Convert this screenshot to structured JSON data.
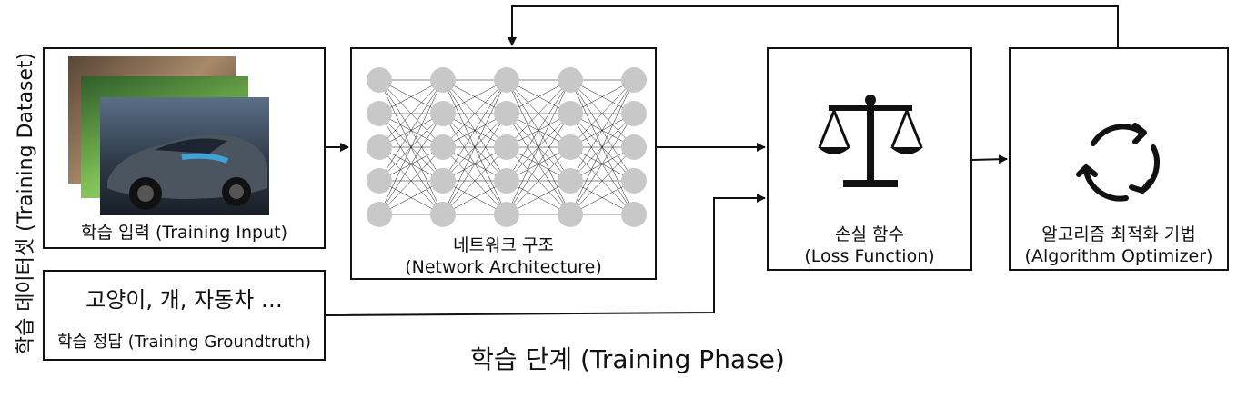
{
  "dataset_label": "학습 데이터셋 (Training Dataset)",
  "input_box": {
    "label": "학습 입력 (Training Input)"
  },
  "gt_box": {
    "classes": "고양이, 개, 자동차 …",
    "label": "학습 정답 (Training Groundtruth)"
  },
  "network_box": {
    "label_kr": "네트워크 구조",
    "label_en": "(Network Architecture)"
  },
  "loss_box": {
    "label_kr": "손실 함수",
    "label_en": "(Loss Function)"
  },
  "optimizer_box": {
    "label_kr": "알고리즘 최적화 기법",
    "label_en": "(Algorithm Optimizer)"
  },
  "phase_title": "학습 단계 (Training Phase)",
  "icons": {
    "loss": "balance-scale-icon",
    "optimizer": "cycle-arrows-icon"
  },
  "colors": {
    "node": "#c8c8c8",
    "line": "#111111",
    "car_accent": "#3fa3d8"
  }
}
